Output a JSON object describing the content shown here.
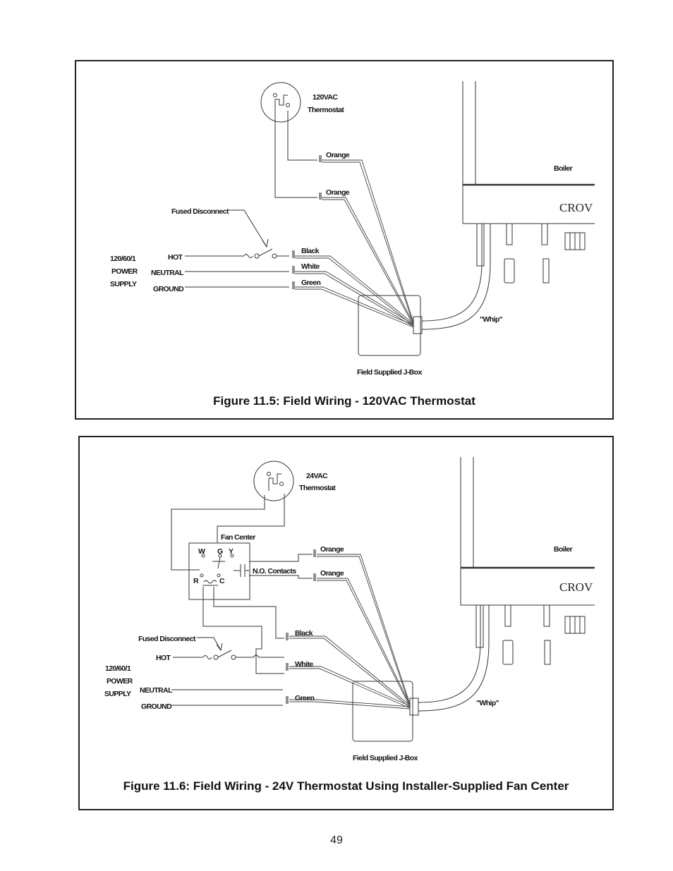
{
  "page_number": "49",
  "figure1": {
    "caption": "Figure 11.5: Field Wiring - 120VAC Thermostat",
    "thermostat_line1": "120VAC",
    "thermostat_line2": "Thermostat",
    "wire_orange_1": "Orange",
    "wire_orange_2": "Orange",
    "wire_black": "Black",
    "wire_white": "White",
    "wire_green": "Green",
    "fused_disconnect": "Fused Disconnect",
    "supply_line1": "120/60/1",
    "supply_line2": "POWER",
    "supply_line3": "SUPPLY",
    "hot": "HOT",
    "neutral": "NEUTRAL",
    "ground": "GROUND",
    "boiler": "Boiler",
    "brand": "CROV",
    "whip": "\"Whip\"",
    "jbox": "Field Supplied J-Box"
  },
  "figure2": {
    "caption": "Figure 11.6: Field Wiring - 24V Thermostat Using Installer-Supplied Fan Center",
    "thermostat_line1": "24VAC",
    "thermostat_line2": "Thermostat",
    "fan_center": "Fan Center",
    "terminal_w": "W",
    "terminal_g": "G",
    "terminal_y": "Y",
    "terminal_r": "R",
    "terminal_c": "C",
    "no_contacts": "N.O. Contacts",
    "wire_orange_1": "Orange",
    "wire_orange_2": "Orange",
    "wire_black": "Black",
    "wire_white": "White",
    "wire_green": "Green",
    "fused_disconnect": "Fused Disconnect",
    "supply_line1": "120/60/1",
    "supply_line2": "POWER",
    "supply_line3": "SUPPLY",
    "hot": "HOT",
    "neutral": "NEUTRAL",
    "ground": "GROUND",
    "boiler": "Boiler",
    "brand": "CROV",
    "whip": "\"Whip\"",
    "jbox": "Field Supplied J-Box"
  }
}
